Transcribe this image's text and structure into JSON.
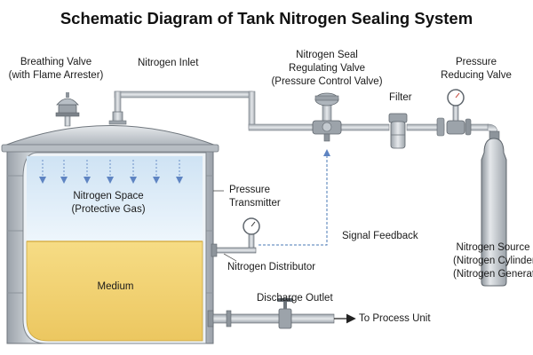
{
  "title": "Schematic Diagram of Tank Nitrogen Sealing System",
  "labels": {
    "breathing_valve": [
      "Breathing Valve",
      "(with Flame Arrester)"
    ],
    "nitrogen_inlet": "Nitrogen Inlet",
    "regulating_valve": [
      "Nitrogen Seal",
      "Regulating Valve",
      "(Pressure Control Valve)"
    ],
    "filter": "Filter",
    "pressure_reducing_valve": [
      "Pressure",
      "Reducing Valve"
    ],
    "nitrogen_space": [
      "Nitrogen Space",
      "(Protective Gas)"
    ],
    "pressure_transmitter": [
      "Pressure",
      "Transmitter"
    ],
    "signal_feedback": "Signal Feedback",
    "nitrogen_source": [
      "Nitrogen Source",
      "(Nitrogen Cylinder)",
      "(Nitrogen Generator)"
    ],
    "nitrogen_distributor": "Nitrogen Distributor",
    "medium": "Medium",
    "discharge_outlet": "Discharge Outlet",
    "to_process_unit": "To Process Unit"
  },
  "colors": {
    "tank_steel": "#c9ced4",
    "gas_space": "#dcecf8",
    "medium_liquid": "#f2d47a",
    "pipe": "#b8bfc6",
    "signal_line": "#4a78b5",
    "arrow": "#6a8fc8"
  }
}
